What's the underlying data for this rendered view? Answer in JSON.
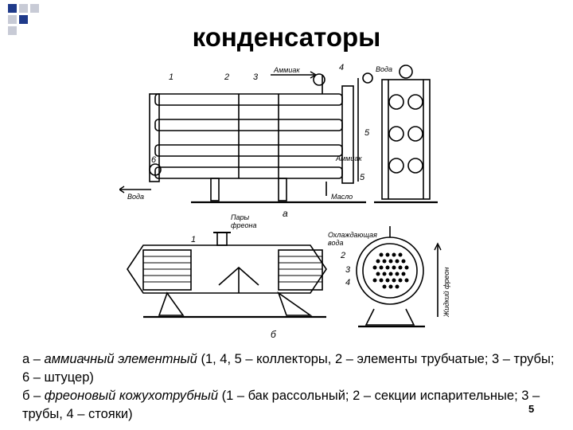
{
  "slide": {
    "title": "конденсаторы",
    "page_number": "5"
  },
  "caption": {
    "line_a_prefix": "а – ",
    "line_a_name": "аммиачный элементный",
    "line_a_rest": " (1, 4, 5 – коллекторы, 2 – элементы трубчатые; 3 – трубы; 6 – штуцер)",
    "line_b_prefix": "б – ",
    "line_b_name": "фреоновый кожухотрубный",
    "line_b_rest": " (1 – бак рассольный; 2 – секции испарительные; 3 – трубы, 4 – стояки)"
  },
  "drawing_labels": {
    "n1": "1",
    "n2": "2",
    "n3": "3",
    "n4": "4",
    "n5": "5",
    "n5b": "5",
    "n6": "6",
    "ammonia_in": "Аммиак",
    "water_top": "Вода",
    "ammonia_out": "Аммиак",
    "water_bottom": "Вода",
    "oil": "Масло",
    "fig_a": "а",
    "freon_vapor_1": "Пары",
    "freon_vapor_2": "фреона",
    "cooling_water_1": "Охлаждающая",
    "cooling_water_2": "вода",
    "b1": "1",
    "b2": "2",
    "b3": "3",
    "b4": "4",
    "liquid_freon": "Жидкий фреон",
    "fig_b": "б"
  },
  "colors": {
    "accent": "#1f3a8a",
    "ink": "#000000"
  }
}
